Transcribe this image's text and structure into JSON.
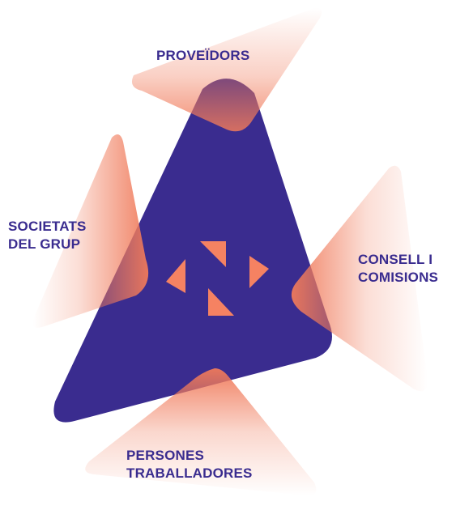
{
  "colors": {
    "central_triangle": "#3a2c8f",
    "petal_accent": "#f07a5a",
    "label_text": "#3a2c8f",
    "logo_accent": "#f58262"
  },
  "logo": {
    "icon": "stakeholder-logo-icon"
  },
  "stakeholders": {
    "top": {
      "label_line1": "PROVEÏDORS"
    },
    "left": {
      "label_line1": "SOCIETATS",
      "label_line2": "DEL GRUP"
    },
    "right": {
      "label_line1": "CONSELL I",
      "label_line2": "COMISIONS"
    },
    "bottom": {
      "label_line1": "PERSONES",
      "label_line2": "TRABALLADORES"
    }
  }
}
